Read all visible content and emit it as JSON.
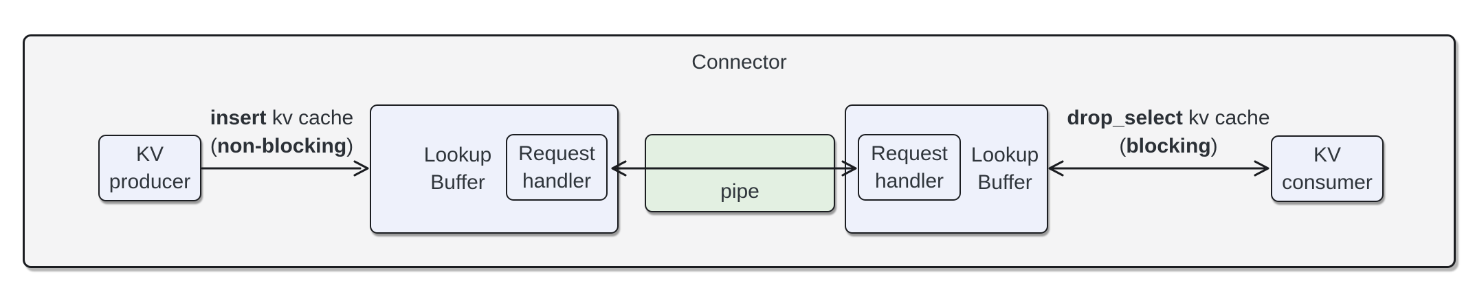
{
  "title": "Connector",
  "nodes": {
    "kv_producer": {
      "line1": "KV",
      "line2": "producer"
    },
    "lookup_buffer_left": {
      "line1": "Lookup",
      "line2": "Buffer"
    },
    "request_handler_left": {
      "line1": "Request",
      "line2": "handler"
    },
    "pipe": {
      "label": "pipe"
    },
    "request_handler_right": {
      "line1": "Request",
      "line2": "handler"
    },
    "lookup_buffer_right": {
      "line1": "Lookup",
      "line2": "Buffer"
    },
    "kv_consumer": {
      "line1": "KV",
      "line2": "consumer"
    }
  },
  "edges": {
    "insert": {
      "direction": "right",
      "line1_bold": "insert",
      "line1_rest": " kv cache",
      "line2_open": "(",
      "line2_bold": "non-blocking",
      "line2_close": ")"
    },
    "pipe_link": {
      "direction": "both"
    },
    "drop_select": {
      "direction": "both",
      "line1_bold": "drop_select",
      "line1_rest": " kv cache",
      "line2_open": "(",
      "line2_bold": "blocking",
      "line2_close": ")"
    }
  },
  "colors": {
    "node_fill": "#eef1fb",
    "pipe_fill": "#e3f0e2",
    "container_fill": "#f4f4f5",
    "stroke": "#1b1d21",
    "text": "#2f353b"
  }
}
